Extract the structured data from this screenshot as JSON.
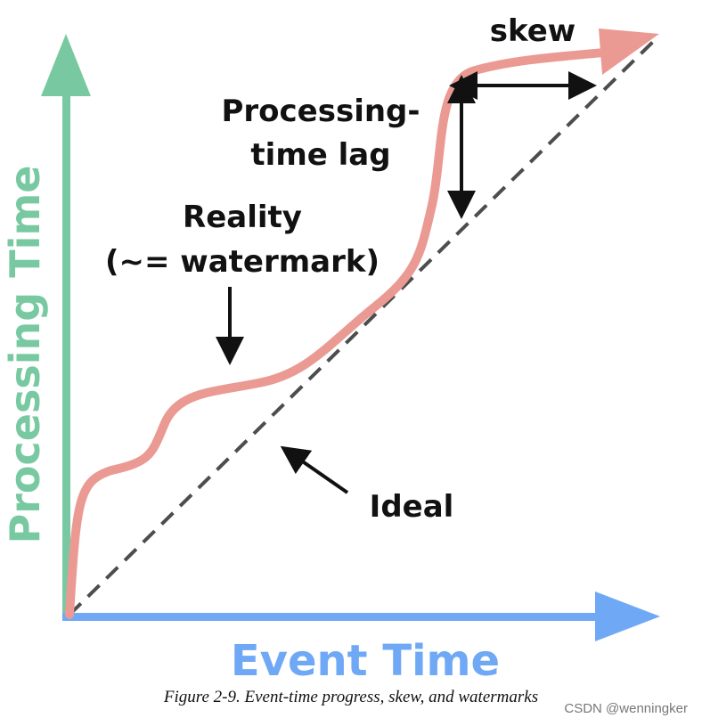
{
  "axes": {
    "x_label": "Event Time",
    "y_label": "Processing Time",
    "x_color": "#6fa8f5",
    "y_color": "#78c9a1"
  },
  "curves": {
    "reality_color": "#eb9a93",
    "ideal_color": "#4d4d4d"
  },
  "labels": {
    "skew": "skew",
    "lag_line1": "Processing-",
    "lag_line2": "time lag",
    "reality_line1": "Reality",
    "reality_line2": "(~= watermark)",
    "ideal": "Ideal"
  },
  "caption": "Figure 2-9. Event-time progress, skew, and watermarks",
  "watermark": "CSDN @wenningker"
}
